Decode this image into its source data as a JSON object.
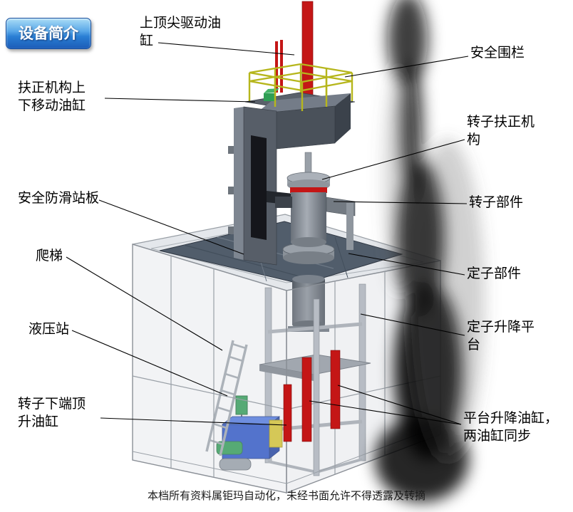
{
  "badge": {
    "label": "设备简介"
  },
  "labels": {
    "top_drive_cylinder": "上顶尖驱动油缸",
    "safety_fence": "安全围栏",
    "centering_move_cylinder": "扶正机构上下移动油缸",
    "rotor_centering_mechanism": "转子扶正机构",
    "antislip_platform": "安全防滑站板",
    "rotor_parts": "转子部件",
    "ladder": "爬梯",
    "stator_parts": "定子部件",
    "hydraulic_station": "液压站",
    "stator_lift_platform": "定子升降平台",
    "rotor_bottom_jack_cylinder": "转子下端顶升油缸",
    "platform_lift_cylinders": "平台升降油缸，两油缸同步"
  },
  "footer": {
    "text": "本档所有资料属钜玛自动化，未经书面允许不得透露及转摘"
  },
  "colors": {
    "badge_blue": "#2a7fd4",
    "cylinder_red": "#c41616",
    "railing_yellow": "#b6b61c",
    "hydraulic_blue": "#2b55c8",
    "motor_green": "#2f9e55"
  }
}
